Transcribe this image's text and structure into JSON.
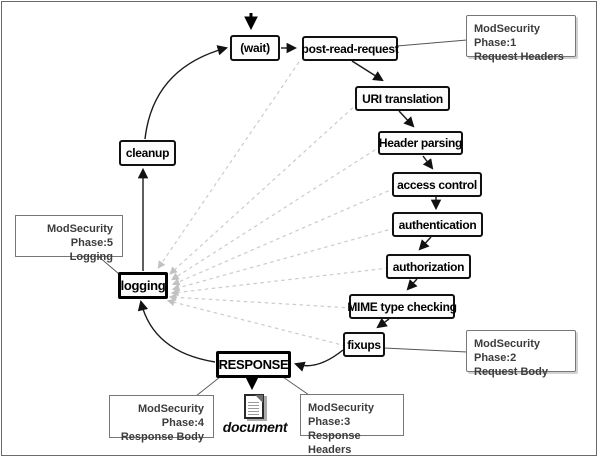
{
  "nodes": {
    "wait": "(wait)",
    "post_read_request": "post-read-request",
    "uri_translation": "URI translation",
    "header_parsing": "Header parsing",
    "access_control": "access control",
    "authentication": "authentication",
    "authorization": "authorization",
    "mime_type_checking": "MIME type checking",
    "fixups": "fixups",
    "response": "RESPONSE",
    "logging": "logging",
    "cleanup": "cleanup",
    "document_label": "document"
  },
  "annotations": {
    "phase1": {
      "line1": "ModSecurity Phase:1",
      "line2": "Request Headers"
    },
    "phase2": {
      "line1": "ModSecurity Phase:2",
      "line2": "Request Body"
    },
    "phase3": {
      "line1": "ModSecurity Phase:3",
      "line2": "Response Headers"
    },
    "phase4": {
      "line1": "ModSecurity Phase:4",
      "line2": "Response Body"
    },
    "phase5": {
      "line1": "ModSecurity Phase:5",
      "line2": "Logging"
    }
  },
  "edges": {
    "solid_flow": [
      [
        "entry",
        "wait"
      ],
      [
        "wait",
        "post-read-request"
      ],
      [
        "post-read-request",
        "URI translation"
      ],
      [
        "URI translation",
        "Header parsing"
      ],
      [
        "Header parsing",
        "access control"
      ],
      [
        "access control",
        "authentication"
      ],
      [
        "authentication",
        "authorization"
      ],
      [
        "authorization",
        "MIME type checking"
      ],
      [
        "MIME type checking",
        "fixups"
      ],
      [
        "fixups",
        "RESPONSE"
      ],
      [
        "RESPONSE",
        "document"
      ],
      [
        "RESPONSE",
        "logging"
      ],
      [
        "logging",
        "cleanup"
      ],
      [
        "cleanup",
        "wait"
      ]
    ],
    "dashed_to_logging_from": [
      "post-read-request",
      "URI translation",
      "Header parsing",
      "access control",
      "authentication",
      "authorization",
      "MIME type checking",
      "fixups"
    ],
    "annotation_links": [
      [
        "phase1",
        "post-read-request"
      ],
      [
        "phase2",
        "fixups"
      ],
      [
        "phase3",
        "RESPONSE"
      ],
      [
        "phase4",
        "RESPONSE"
      ],
      [
        "phase5",
        "logging"
      ]
    ]
  },
  "colors": {
    "node_border": "#111111",
    "emphasis_border": "#000000",
    "dashed_link": "#c8c8c8",
    "annotation_text": "#3c3c3c",
    "frame_border": "#6a6a6a"
  }
}
